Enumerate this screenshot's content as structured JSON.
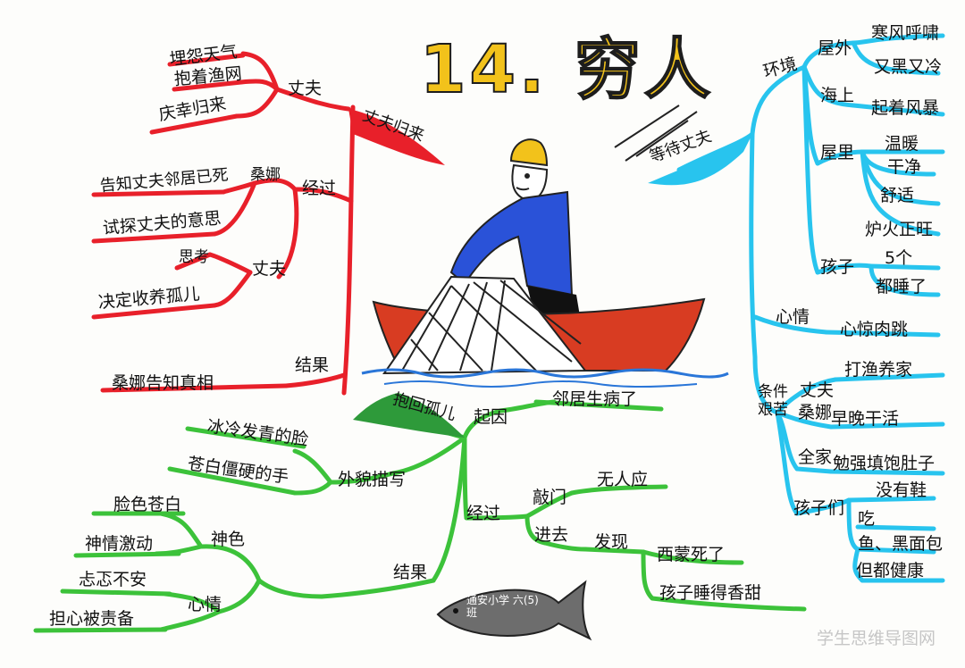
{
  "title": "14. 穷人",
  "watermark": "学生思维导图网",
  "colors": {
    "red": "#e8202a",
    "blue": "#28c4ee",
    "green": "#3cc23a",
    "title": "#f2c21b"
  },
  "red_branch": {
    "root": "丈夫归来",
    "husband_topic": "丈夫",
    "husband_items": [
      "埋怨天气",
      "抱着渔网",
      "庆幸归来"
    ],
    "process_topic": "经过",
    "sangna": "桑娜",
    "sangna_items": [
      "告知丈夫邻居已死",
      "试探丈夫的意思"
    ],
    "husband2": "丈夫",
    "husband2_items": [
      "思考",
      "决定收养孤儿"
    ],
    "result_topic": "结果",
    "result_item": "桑娜告知真相"
  },
  "blue_branch": {
    "root": "等待丈夫",
    "env": "环境",
    "outside": "屋外",
    "outside_items": [
      "寒风呼啸",
      "又黑又冷"
    ],
    "sea": "海上",
    "sea_item": "起着风暴",
    "inside": "屋里",
    "inside_items": [
      "温暖",
      "干净",
      "舒适",
      "炉火正旺"
    ],
    "kids": "孩子",
    "kids_items": [
      "5个",
      "都睡了"
    ],
    "mood": "心情",
    "mood_item": "心惊肉跳",
    "hard": "条件艰苦",
    "husband": "丈夫",
    "husband_item": "打渔养家",
    "sangna": "桑娜",
    "sangna_item": "早晚干活",
    "family": "全家",
    "family_item": "勉强填饱肚子",
    "children": "孩子们",
    "children_items": [
      "没有鞋",
      "吃",
      "鱼、黑面包",
      "但都健康"
    ]
  },
  "green_branch": {
    "root": "抱回孤儿",
    "cause": "起因",
    "cause_item": "邻居生病了",
    "look": "外貌描写",
    "look_items": [
      "冰冷发青的脸",
      "苍白僵硬的手"
    ],
    "process": "经过",
    "knock": "敲门",
    "knock_item": "无人应",
    "enter": "进去",
    "found": "发现",
    "found_items": [
      "西蒙死了",
      "孩子睡得香甜"
    ],
    "result": "结果",
    "expression": "神色",
    "expression_items": [
      "脸色苍白",
      "神情激动"
    ],
    "mood": "心情",
    "mood_items": [
      "忐忑不安",
      "担心被责备"
    ]
  },
  "fish_text": "通安小学 六(5)班"
}
